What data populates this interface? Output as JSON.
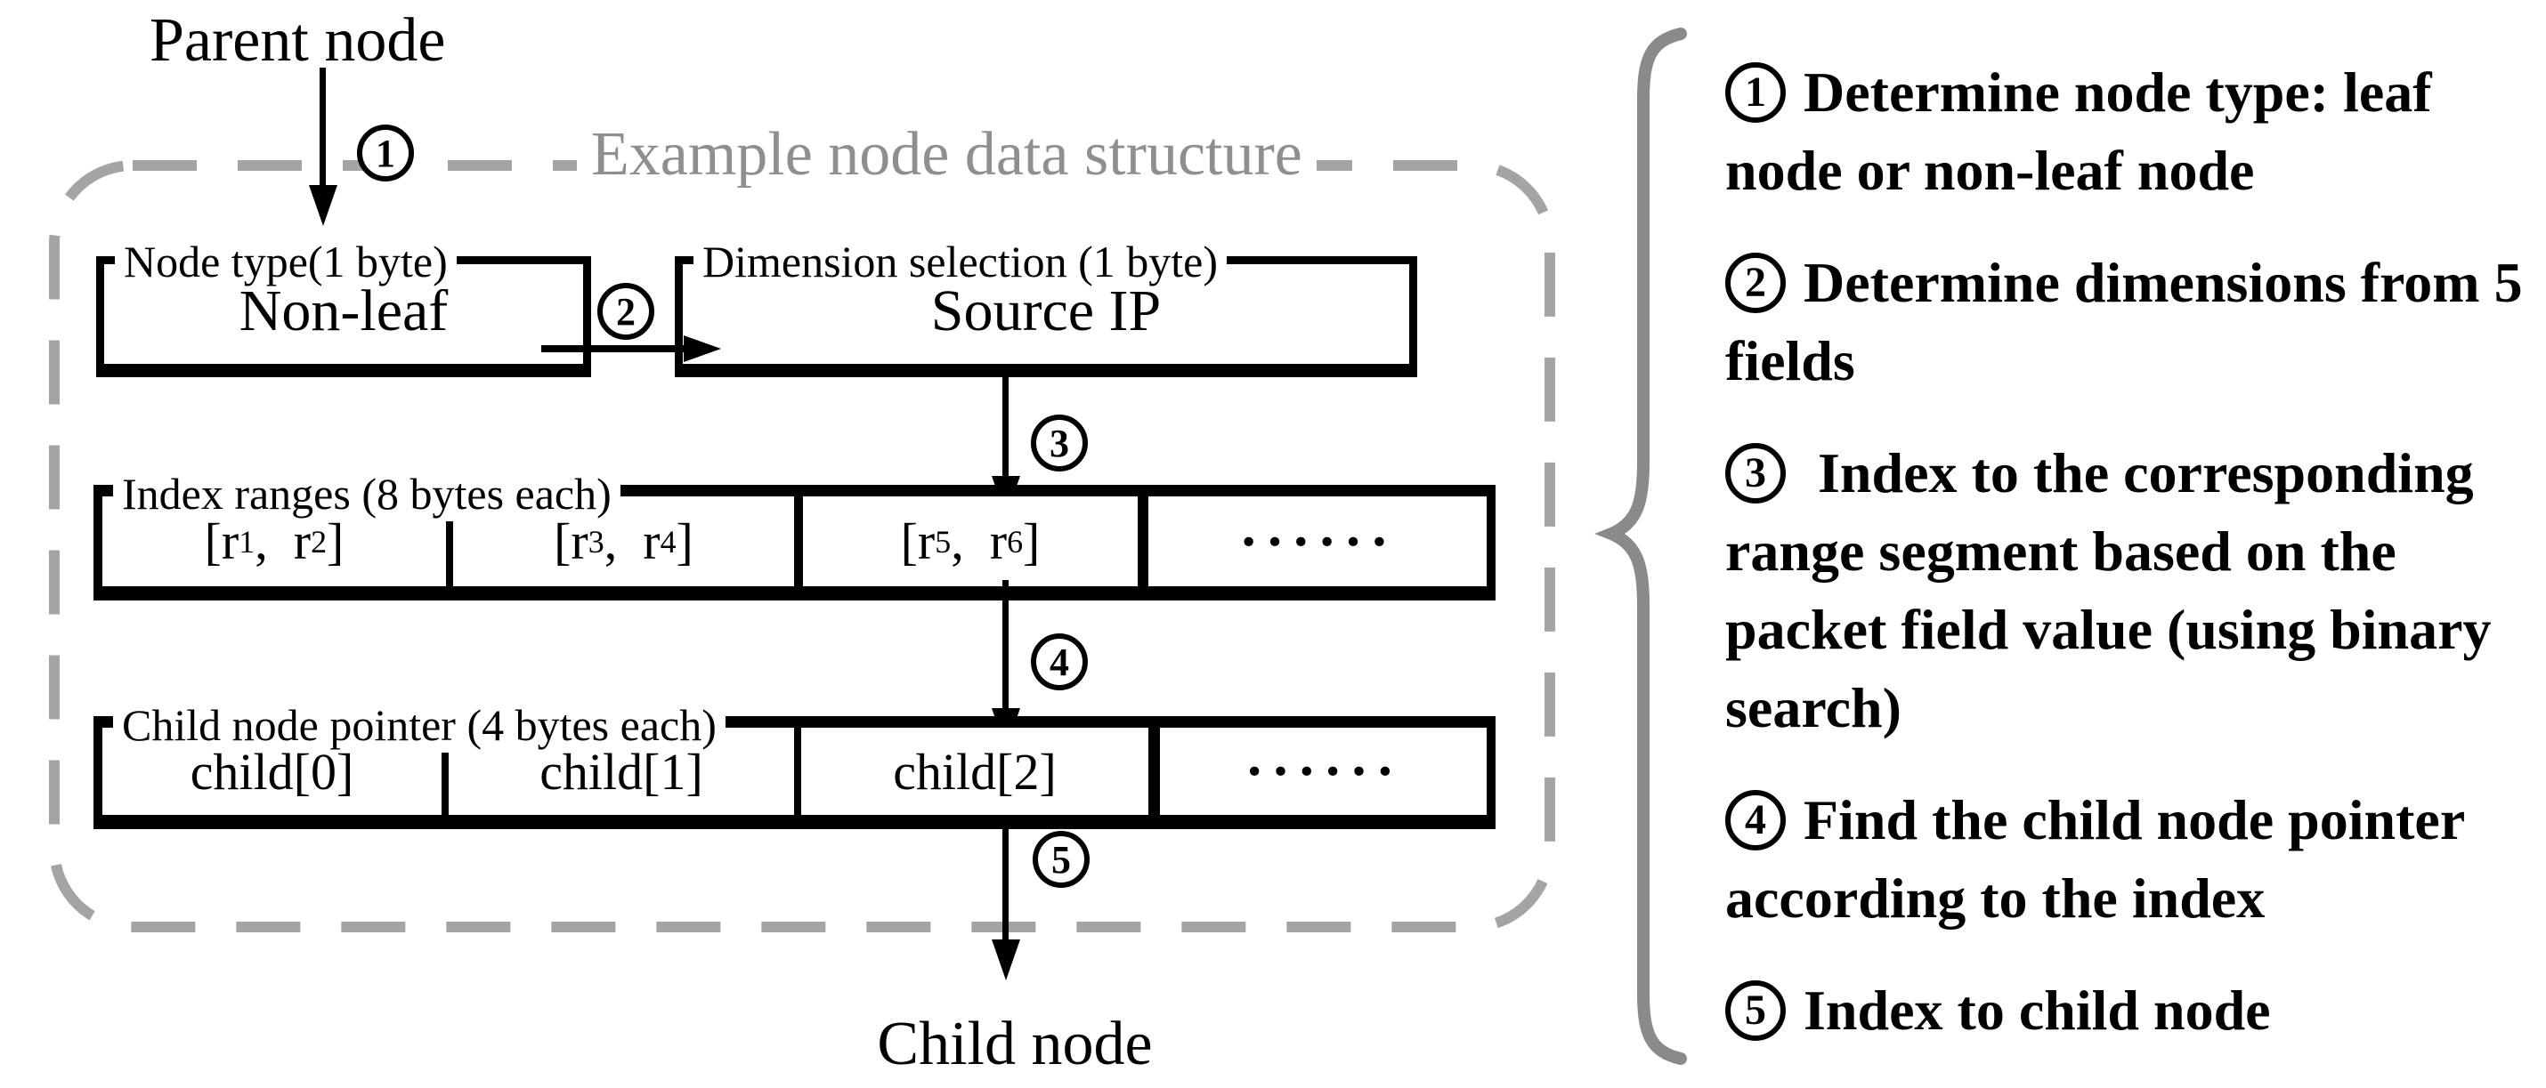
{
  "diagram": {
    "parent_node_label": "Parent node",
    "child_node_label": "Child node",
    "container_title": "Example node data structure",
    "steps": {
      "s1": "1",
      "s2": "2",
      "s3": "3",
      "s4": "4",
      "s5": "5"
    },
    "node_type_box": {
      "label": "Node type(1 byte)",
      "value": "Non-leaf"
    },
    "dimension_box": {
      "label": "Dimension selection (1 byte)",
      "value": "Source IP"
    },
    "index_row": {
      "label": "Index ranges (8 bytes each)",
      "cells": [
        {
          "pre": "[r",
          "sub1": "1",
          "mid": ",  r",
          "sub2": "2",
          "post": "]"
        },
        {
          "pre": "[r",
          "sub1": "3",
          "mid": ",  r",
          "sub2": "4",
          "post": "]"
        },
        {
          "pre": "[r",
          "sub1": "5",
          "mid": ",  r",
          "sub2": "6",
          "post": "]"
        },
        {
          "dots": "······"
        }
      ]
    },
    "pointer_row": {
      "label": "Child node pointer (4 bytes each)",
      "cells": [
        "child[0]",
        "child[1]",
        "child[2]",
        "······"
      ]
    }
  },
  "legend": {
    "items": [
      {
        "num": "1",
        "text": "Determine node type: leaf\nnode or non-leaf node"
      },
      {
        "num": "2",
        "text": "Determine dimensions from 5\nfields"
      },
      {
        "num": "3",
        "text": " Index to the corresponding\nrange segment based on the\npacket field value (using binary\nsearch)"
      },
      {
        "num": "4",
        "text": "Find the child node pointer\naccording to the index"
      },
      {
        "num": "5",
        "text": "Index to child node"
      }
    ]
  },
  "colors": {
    "line_black": "#000000",
    "dashed_border_gray": "#a4a4a4",
    "title_gray": "#8f8f8f",
    "brace_gray": "#8a8a8a"
  }
}
